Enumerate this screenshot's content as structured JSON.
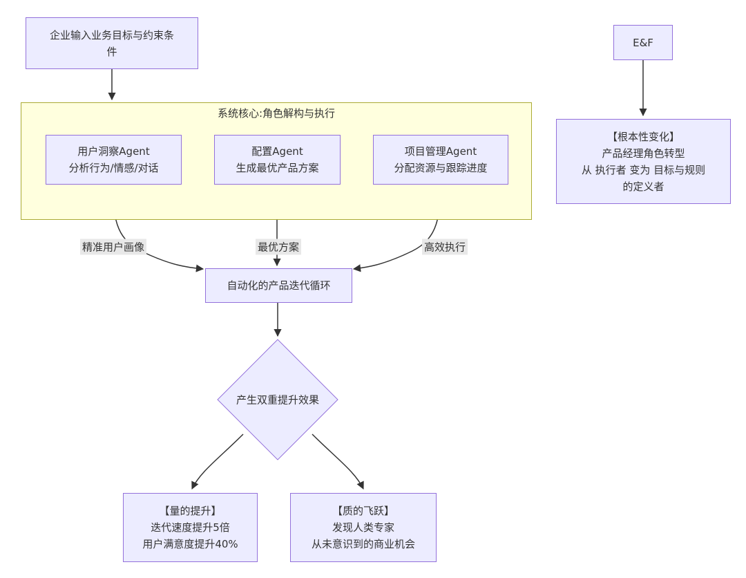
{
  "diagram": {
    "input": {
      "label": "企业输入业务目标与约束条件"
    },
    "core": {
      "title": "系统核心:角色解构与执行",
      "agents": [
        {
          "name": "用户洞察Agent",
          "desc": "分析行为/情感/对话"
        },
        {
          "name": "配置Agent",
          "desc": "生成最优产品方案"
        },
        {
          "name": "项目管理Agent",
          "desc": "分配资源与跟踪进度"
        }
      ]
    },
    "edge_labels": [
      {
        "text": "精准用户画像"
      },
      {
        "text": "最优方案"
      },
      {
        "text": "高效执行"
      }
    ],
    "loop": {
      "label": "自动化的产品迭代循环"
    },
    "decision": {
      "label": "产生双重提升效果"
    },
    "outcomes": [
      {
        "line1": "【量的提升】",
        "line2": "迭代速度提升5倍",
        "line3": "用户满意度提升40%"
      },
      {
        "line1": "【质的飞跃】",
        "line2": "发现人类专家",
        "line3": "从未意识到的商业机会"
      }
    ],
    "side": {
      "ef": {
        "label": "E&F"
      },
      "change": {
        "line1": "【根本性变化】",
        "line2": "产品经理角色转型",
        "line3": "从 执行者 变为 目标与规则",
        "line4": "的定义者"
      }
    },
    "colors": {
      "node_fill": "#ECECFF",
      "node_border": "#9370DB",
      "cluster_fill": "#FFFFDE",
      "cluster_border": "#AAAA33",
      "edge": "#333333",
      "edge_label_bg": "#E8E8E8",
      "text": "#333333"
    }
  }
}
